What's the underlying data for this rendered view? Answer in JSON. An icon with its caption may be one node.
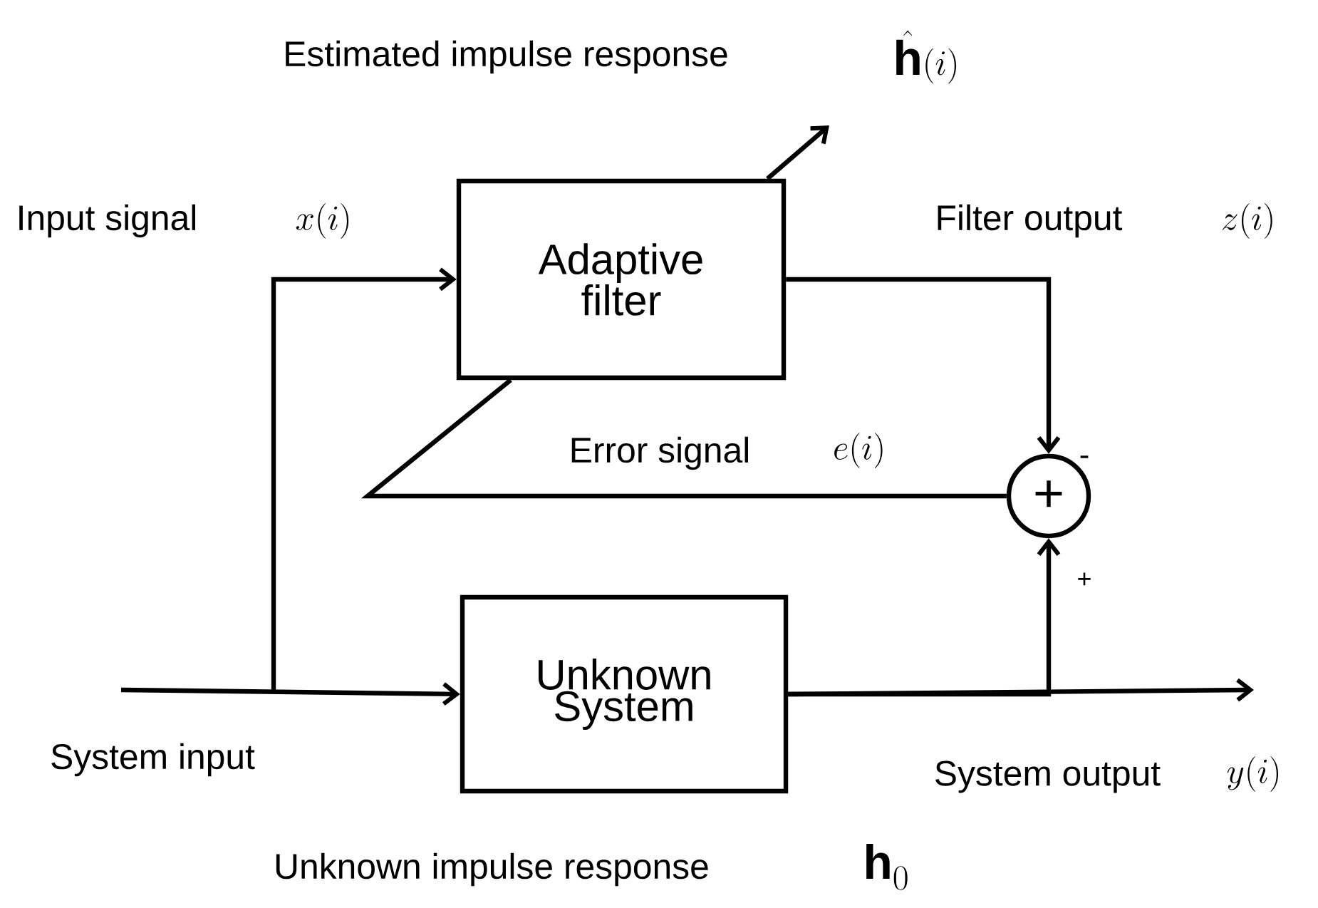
{
  "diagram": {
    "nodes": [
      {
        "text": [
          "Adaptive filter"
        ]
      },
      {
        "text": [
          "Unknown System"
        ]
      },
      {
        "text": [
          "+"
        ]
      }
    ],
    "edges": [
      {
        "from": null,
        "to": 1,
        "arrow": "to"
      },
      {
        "from": null,
        "to": 0,
        "arrow": "to"
      },
      {
        "from": 0,
        "to": 2,
        "arrow": "to"
      },
      {
        "from": 1,
        "to": null,
        "arrow": "to"
      },
      {
        "from": 1,
        "to": 2,
        "arrow": "to"
      },
      {
        "from": 2,
        "to": 0,
        "arrow": "none"
      },
      {
        "from": 0,
        "to": null,
        "arrow": "to"
      }
    ],
    "labels": [
      "Estimated impulse response",
      "\\hat{\\mathbf{h}}(i)",
      "Input signal",
      "x(i)",
      "Filter output",
      "z(i)",
      "Error signal",
      "e(i)",
      "-",
      "+",
      "System input",
      "System output",
      "y(i)",
      "Unknown impulse response",
      "\\mathbf{h}_0"
    ]
  }
}
